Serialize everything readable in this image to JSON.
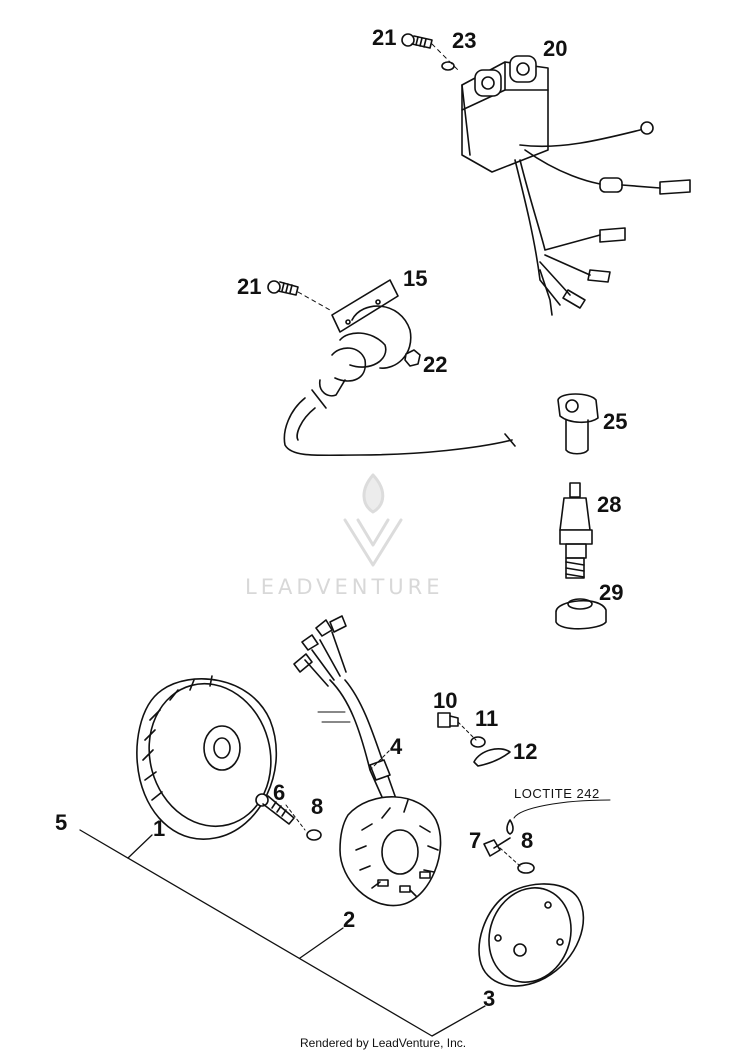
{
  "diagram": {
    "callouts": {
      "c21a": "21",
      "c23": "23",
      "c20": "20",
      "c21b": "21",
      "c15": "15",
      "c22": "22",
      "c25": "25",
      "c28": "28",
      "c29": "29",
      "c10": "10",
      "c11": "11",
      "c12": "12",
      "c4": "4",
      "c6": "6",
      "c8a": "8",
      "c7": "7",
      "c8b": "8",
      "c5": "5",
      "c1": "1",
      "c2": "2",
      "c3": "3"
    },
    "note": "LOCTITE 242"
  },
  "watermark": "LEADVENTURE",
  "footer": "Rendered by LeadVenture, Inc."
}
